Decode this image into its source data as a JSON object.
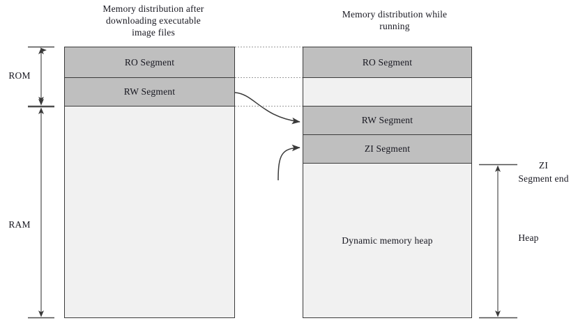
{
  "figure": {
    "kind": "memory-layout-diagram",
    "colors": {
      "segment_fill": "#bfbfbf",
      "free_fill": "#f1f1f1",
      "border": "#3a3a3a",
      "text": "#16161f",
      "dotted_guide": "#9a9a9a",
      "arrow": "#3a3a3a"
    }
  },
  "left_panel": {
    "title": "Memory distribution after downloading executable image files",
    "title_lines": [
      "Memory distribution after",
      "downloading executable",
      "image files"
    ],
    "blocks": [
      {
        "label": "RO Segment",
        "fill": "filled"
      },
      {
        "label": "RW Segment",
        "fill": "filled"
      },
      {
        "label": "",
        "fill": "empty"
      }
    ]
  },
  "right_panel": {
    "title": "Memory distribution while running",
    "title_lines": [
      "Memory distribution while",
      "running"
    ],
    "blocks": [
      {
        "label": "RO Segment",
        "fill": "filled"
      },
      {
        "label": "",
        "fill": "empty"
      },
      {
        "label": "RW Segment",
        "fill": "filled"
      },
      {
        "label": "ZI Segment",
        "fill": "filled"
      },
      {
        "label": "Dynamic memory heap",
        "fill": "empty"
      }
    ]
  },
  "left_brackets": [
    {
      "label": "ROM"
    },
    {
      "label": "RAM"
    }
  ],
  "right_brackets": [
    {
      "label_lines": [
        "ZI",
        "Segment end"
      ],
      "label": "ZI Segment end"
    },
    {
      "label": "Heap"
    }
  ]
}
